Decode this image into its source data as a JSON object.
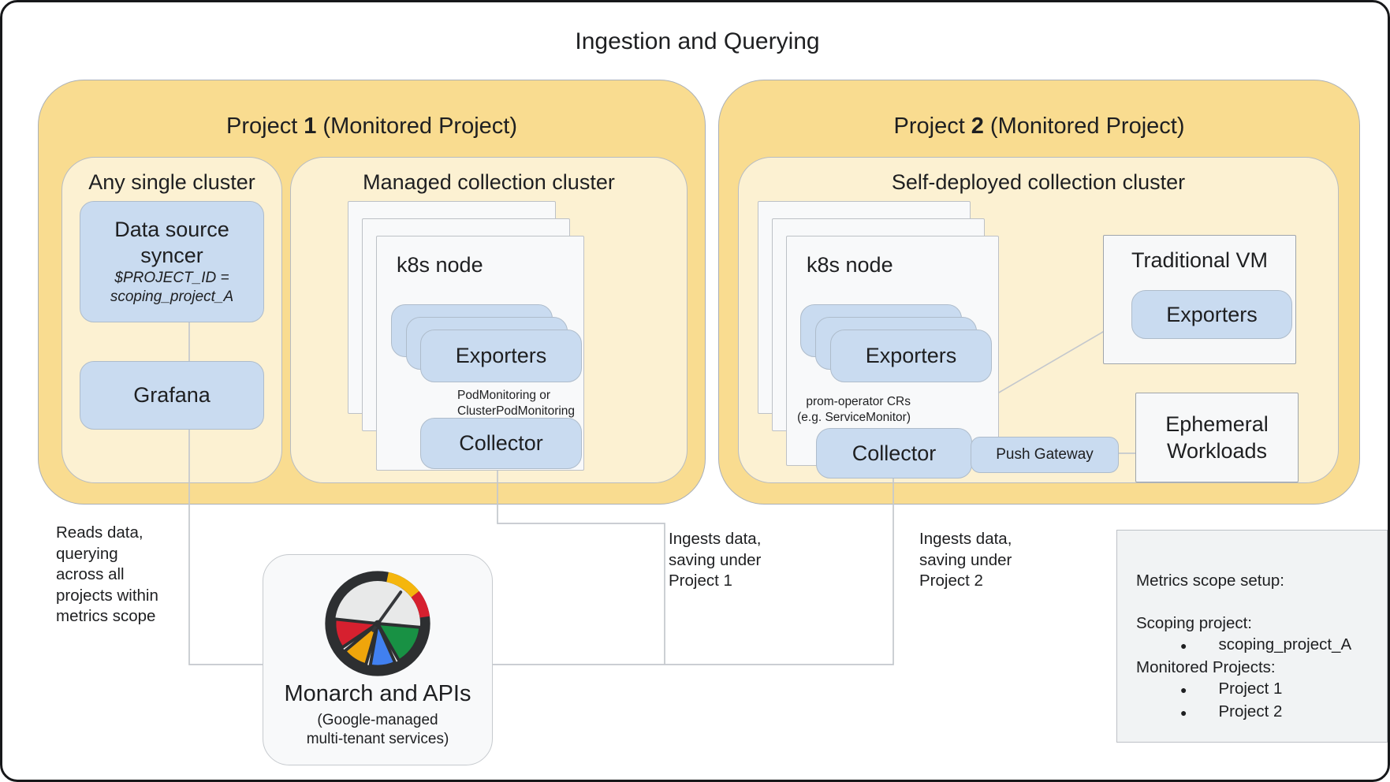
{
  "title": "Ingestion and Querying",
  "colors": {
    "project_gold": "#f9dc90",
    "cluster_light_yellow": "#fcf1d2",
    "component_blue": "#c9dbf0",
    "card_gray": "#f8f9fa",
    "connector_gray": "#c4c8cd",
    "gauge_red": "#d6202f",
    "gauge_gold": "#efa50b",
    "gauge_blue": "#4180f0",
    "gauge_green": "#189144"
  },
  "project1": {
    "header_prefix": "Project",
    "header_number": "1",
    "header_suffix": "(Monitored Project)",
    "any_single_cluster": {
      "title": "Any single cluster",
      "data_source_syncer": {
        "label": "Data source syncer",
        "note_line1": "$PROJECT_ID =",
        "note_line2": "scoping_project_A"
      },
      "grafana_label": "Grafana"
    },
    "managed_cluster": {
      "title": "Managed collection cluster",
      "node_label": "k8s node",
      "exporters_label": "Exporters",
      "monitoring_note_line1": "PodMonitoring or",
      "monitoring_note_line2": "ClusterPodMonitoring",
      "collector_label": "Collector"
    }
  },
  "project2": {
    "header_prefix": "Project",
    "header_number": "2",
    "header_suffix": "(Monitored Project)",
    "self_deployed_cluster": {
      "title": "Self-deployed collection cluster",
      "node_label": "k8s node",
      "exporters_label": "Exporters",
      "cr_note_line1": "prom-operator CRs",
      "cr_note_line2": "(e.g. ServiceMonitor)",
      "collector_label": "Collector",
      "push_gateway_label": "Push Gateway"
    },
    "traditional_vm": {
      "title": "Traditional VM",
      "exporters_label": "Exporters"
    },
    "ephemeral_workloads": {
      "line1": "Ephemeral",
      "line2": "Workloads"
    }
  },
  "monarch": {
    "icon": "monarch-gauge-icon",
    "title": "Monarch and APIs",
    "subtitle_line1": "(Google-managed",
    "subtitle_line2": "multi-tenant services)"
  },
  "annotations": {
    "reads": [
      "Reads data,",
      "querying",
      "across all",
      "projects within",
      "metrics scope"
    ],
    "ingests1": [
      "Ingests data,",
      "saving under",
      "Project 1"
    ],
    "ingests2": [
      "Ingests data,",
      "saving under",
      "Project 2"
    ]
  },
  "metrics_scope": {
    "title": "Metrics scope setup:",
    "scoping_label": "Scoping project:",
    "scoping_items": [
      "scoping_project_A"
    ],
    "monitored_label": "Monitored Projects:",
    "monitored_items": [
      "Project 1",
      "Project 2"
    ]
  }
}
